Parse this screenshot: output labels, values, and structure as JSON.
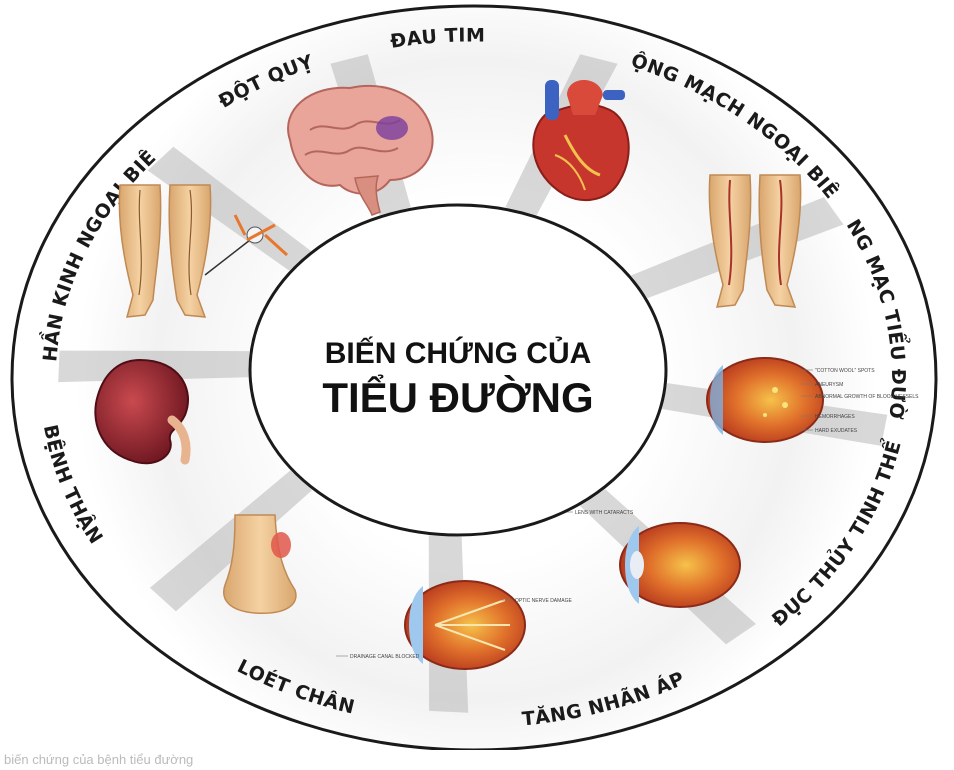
{
  "center": {
    "line1": "BIẾN CHỨNG CỦA",
    "line2": "TIỂU ĐƯỜNG"
  },
  "segments": [
    {
      "label": "ĐAU TIM",
      "icon": "heart-icon"
    },
    {
      "label": "ĐỘNG MẠCH NGOẠI BIÊN",
      "icon": "legs-arteries-icon"
    },
    {
      "label": "VÕNG MẠC TIỂU ĐƯỜNG",
      "icon": "retina-eye-icon"
    },
    {
      "label": "ĐỤC THỦY TINH THỂ",
      "icon": "cataract-eye-icon"
    },
    {
      "label": "TĂNG NHÃN ÁP",
      "icon": "glaucoma-eye-icon"
    },
    {
      "label": "LOÉT CHÂN",
      "icon": "foot-ulcer-icon"
    },
    {
      "label": "BỆNH THẬN",
      "icon": "kidney-icon"
    },
    {
      "label": "THẦN KINH NGOẠI BIÊN",
      "icon": "legs-nerves-icon"
    },
    {
      "label": "ĐỘT QUỴ",
      "icon": "brain-icon"
    }
  ],
  "mini_labels": {
    "retina": [
      "\"COTTON WOOL\" SPOTS",
      "ANEURYSM",
      "ABNORMAL GROWTH OF BLOOD VESSELS",
      "HEMORRHAGES",
      "HARD EXUDATES"
    ],
    "cataract": [
      "LENS WITH CATARACTS"
    ],
    "glaucoma": [
      "DRAINAGE CANAL BLOCKED",
      "OPTIC NERVE DAMAGE"
    ]
  },
  "caption": "biến chứng của bệnh tiểu đường",
  "colors": {
    "ring_stroke": "#1a1a1a",
    "segment_light": "#ffffff",
    "segment_dark": "#b8b8b8",
    "text": "#111111"
  }
}
